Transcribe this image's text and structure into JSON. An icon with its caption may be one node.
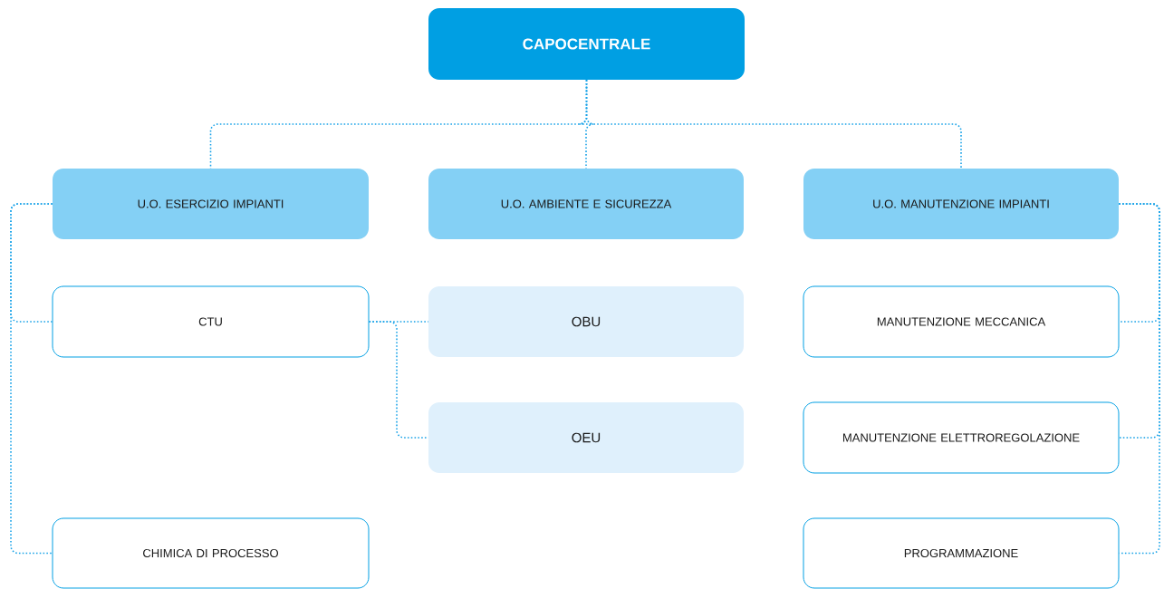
{
  "diagram": {
    "nodes": [
      {
        "text": [
          "CAPOCENTRALE"
        ]
      },
      {
        "text": [
          "U.O. ESERCIZIO IMPIANTI"
        ]
      },
      {
        "text": [
          "U.O. AMBIENTE E SICUREZZA"
        ]
      },
      {
        "text": [
          "U.O. MANUTENZIONE IMPIANTI"
        ]
      },
      {
        "text": [
          "CTU"
        ]
      },
      {
        "text": [
          "OBU"
        ]
      },
      {
        "text": [
          "OEU"
        ]
      },
      {
        "text": [
          "CHIMICA DI PROCESSO"
        ]
      },
      {
        "text": [
          "MANUTENZIONE MECCANICA"
        ]
      },
      {
        "text": [
          "MANUTENZIONE ELETTROREGOLAZIONE"
        ]
      },
      {
        "text": [
          "PROGRAMMAZIONE"
        ]
      }
    ],
    "edges": [
      {
        "from": 0,
        "to": 1,
        "arrow": "none"
      },
      {
        "from": 0,
        "to": 2,
        "arrow": "none"
      },
      {
        "from": 0,
        "to": 3,
        "arrow": "none"
      },
      {
        "from": 1,
        "to": 4,
        "arrow": "none"
      },
      {
        "from": 1,
        "to": 7,
        "arrow": "none"
      },
      {
        "from": 4,
        "to": 5,
        "arrow": "none"
      },
      {
        "from": 4,
        "to": 6,
        "arrow": "none"
      },
      {
        "from": 3,
        "to": 8,
        "arrow": "none"
      },
      {
        "from": 3,
        "to": 9,
        "arrow": "none"
      },
      {
        "from": 3,
        "to": 10,
        "arrow": "none"
      }
    ]
  }
}
